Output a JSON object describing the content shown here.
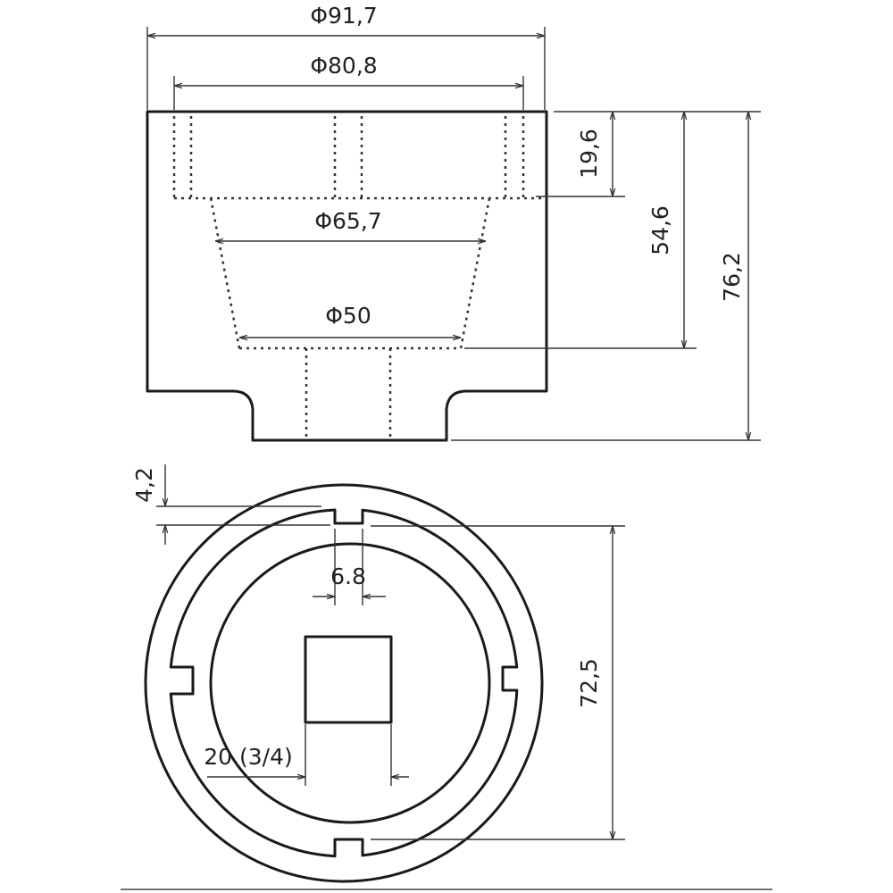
{
  "drawing": {
    "side_view": {
      "outer_diameter": "Φ91,7",
      "slot_diameter": "Φ80,8",
      "upper_bore_diameter": "Φ65,7",
      "lower_bore_diameter": "Φ50",
      "slot_depth": "19,6",
      "bore_depth": "54,6",
      "total_height": "76,2"
    },
    "top_view": {
      "slot_depth": "4,2",
      "slot_width": "6.8",
      "drive_size": "20 (3/4)",
      "inner_ring_diameter": "72,5"
    }
  }
}
